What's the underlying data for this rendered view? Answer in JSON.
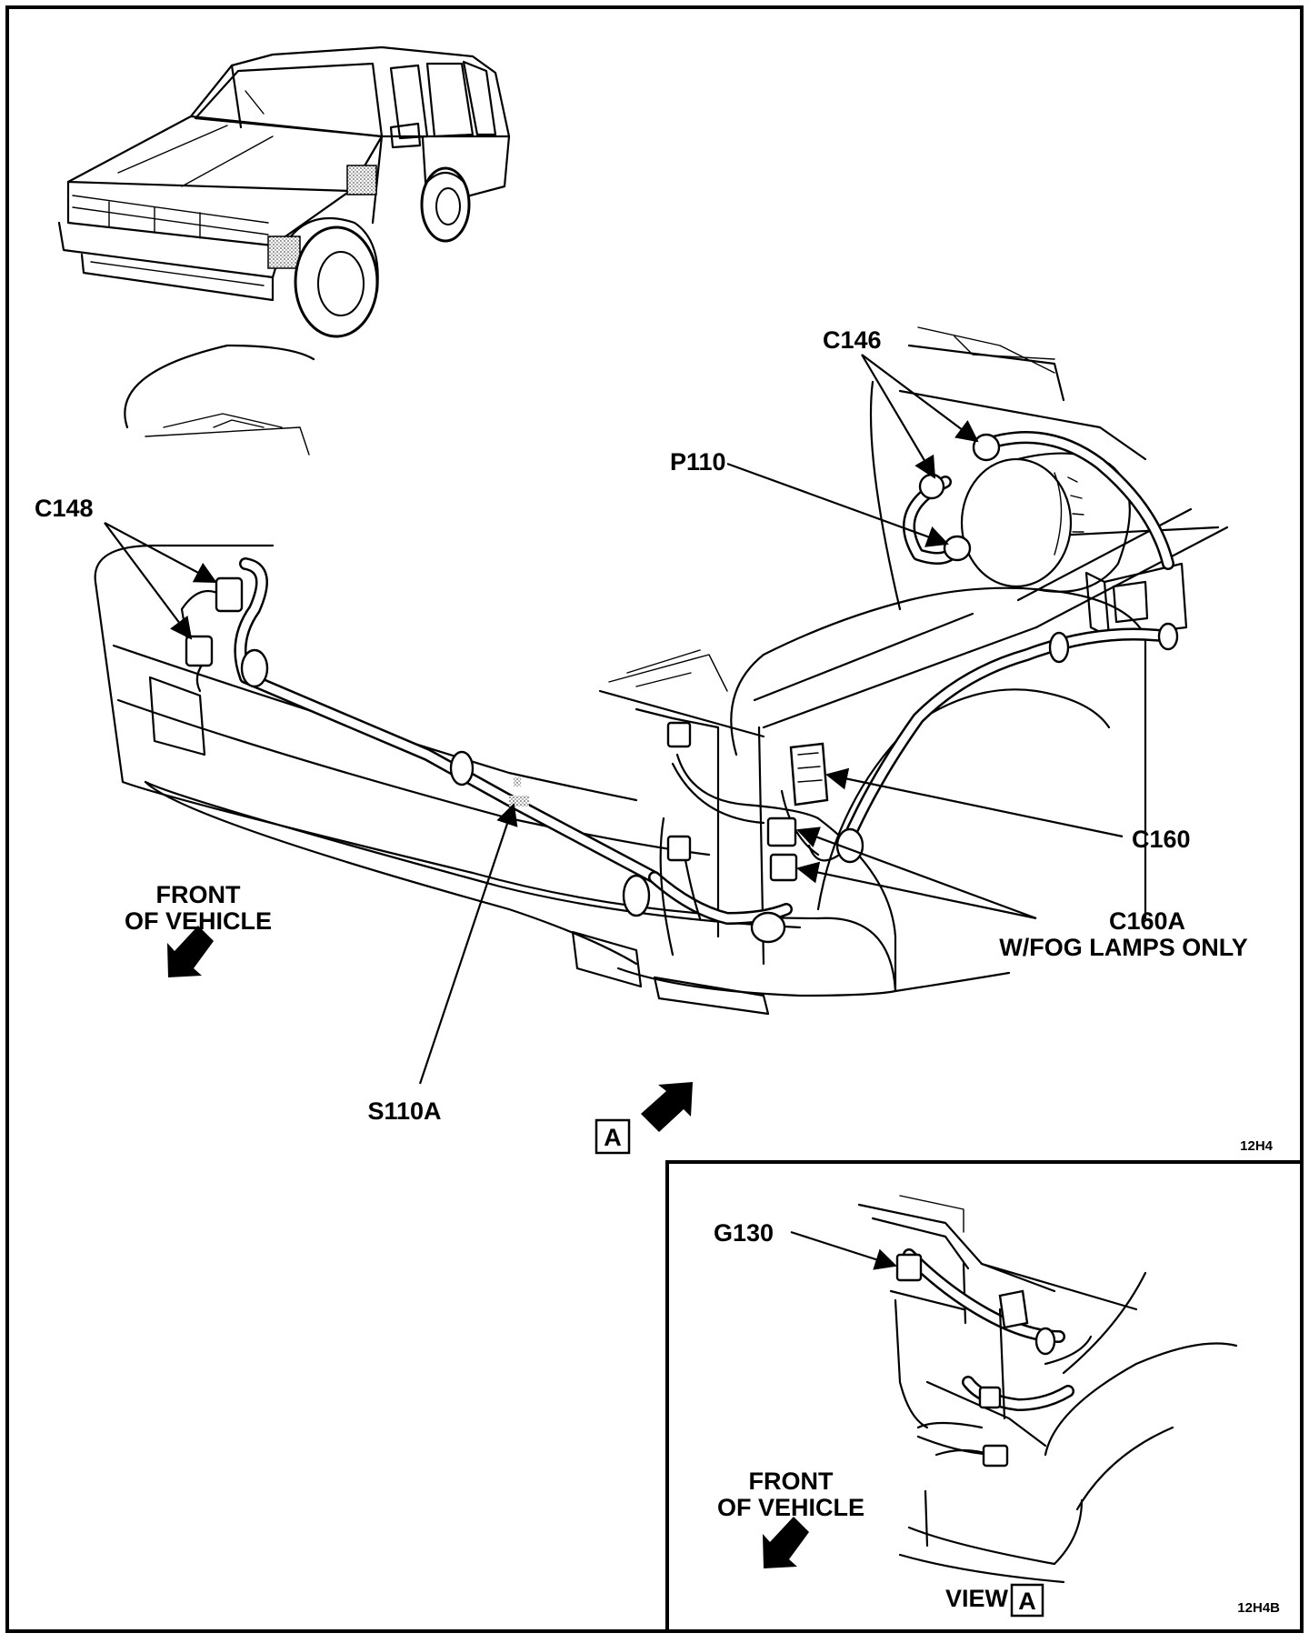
{
  "labels": {
    "c146": "C146",
    "p110": "P110",
    "c148": "C148",
    "c160": "C160",
    "c160a_line1": "C160A",
    "c160a_line2": "W/FOG LAMPS ONLY",
    "s110a": "S110A",
    "front_line1": "FRONT",
    "front_line2": "OF VEHICLE",
    "view_marker": "A",
    "figure_code": "12H4"
  },
  "inset": {
    "g130": "G130",
    "front_line1": "FRONT",
    "front_line2": "OF VEHICLE",
    "view_text": "VIEW",
    "view_marker": "A",
    "figure_code": "12H4B"
  }
}
